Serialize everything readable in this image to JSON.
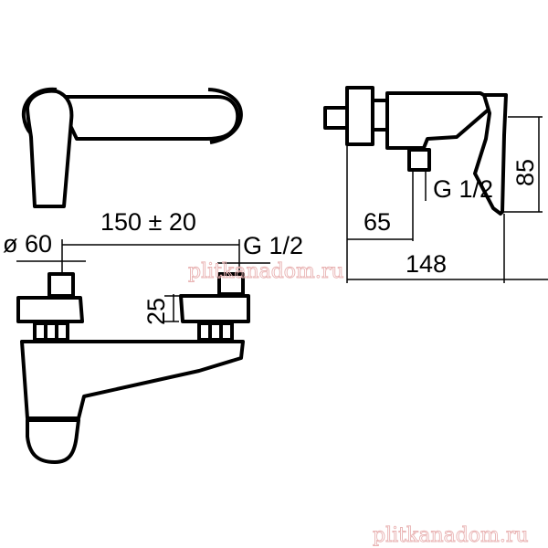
{
  "dimensions": {
    "diameter": "ø 60",
    "spacing": "150 ± 20",
    "thread_left": "G 1/2",
    "height_offset": "25",
    "side_depth": "65",
    "side_thread": "G 1/2",
    "side_height": "85",
    "overall_length": "148"
  },
  "watermarks": {
    "center": "plitkanadom.ru",
    "bottom": "plitkanadom.ru"
  },
  "colors": {
    "line": "#000000",
    "watermark": "#e9b4b4"
  }
}
